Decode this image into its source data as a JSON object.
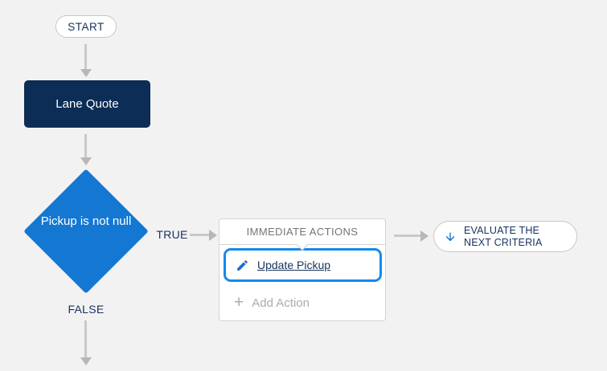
{
  "flow": {
    "start_label": "START",
    "object_node": {
      "label": "Lane Quote"
    },
    "criteria_node": {
      "label": "Pickup is not null"
    },
    "branches": {
      "true_label": "TRUE",
      "false_label": "FALSE"
    },
    "actions_panel": {
      "header": "IMMEDIATE ACTIONS",
      "actions": [
        {
          "label": "Update Pickup",
          "icon": "pencil-icon",
          "selected": true
        }
      ],
      "add_action_label": "Add Action",
      "plus_glyph": "+"
    },
    "evaluate_pill": {
      "label": "EVALUATE THE NEXT CRITERIA",
      "icon": "arrow-down-icon"
    }
  },
  "colors": {
    "page_background": "#f3f2f2",
    "navy_text": "#16325c",
    "object_fill": "#0c2d55",
    "diamond_fill": "#1478d2",
    "selection_border": "#1589ee",
    "icon_blue": "#1b6fd1",
    "muted_header_text": "#767472",
    "disabled_text": "#aeaba8",
    "arrow_gray": "#cbc9c7"
  }
}
